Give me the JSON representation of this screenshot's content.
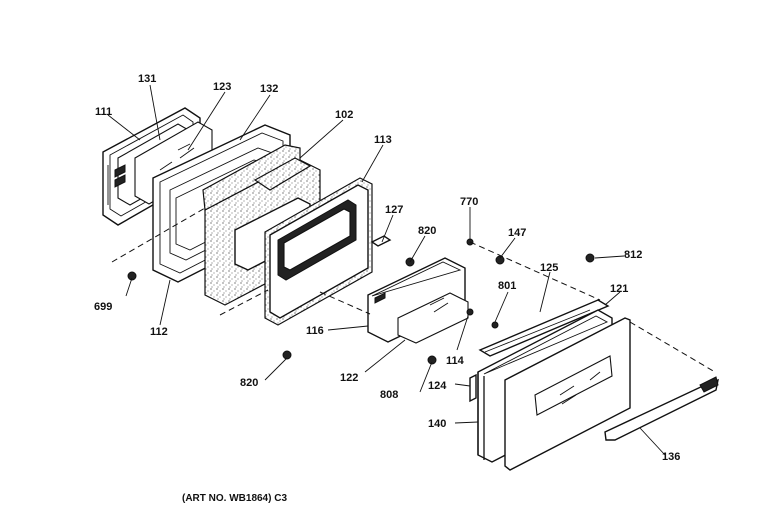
{
  "caption": "(ART NO. WB1864) C3",
  "labels": {
    "l111": "111",
    "l131": "131",
    "l123": "123",
    "l132": "132",
    "l102": "102",
    "l113": "113",
    "l127": "127",
    "l820a": "820",
    "l770": "770",
    "l147": "147",
    "l812": "812",
    "l125": "125",
    "l121": "121",
    "l699": "699",
    "l112": "112",
    "l116": "116",
    "l801": "801",
    "l820b": "820",
    "l122": "122",
    "l114": "114",
    "l808": "808",
    "l124": "124",
    "l140": "140",
    "l136": "136"
  }
}
